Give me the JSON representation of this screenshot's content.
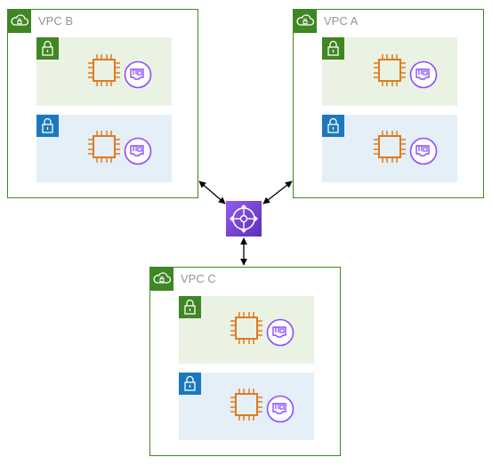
{
  "vpcs": [
    {
      "id": "vpc-b",
      "title": "VPC B"
    },
    {
      "id": "vpc-a",
      "title": "VPC A"
    },
    {
      "id": "vpc-c",
      "title": "VPC C"
    }
  ],
  "subnet_kinds": [
    "public",
    "private"
  ],
  "icons": {
    "vpc": "vpc-cloud-lock-icon",
    "public_subnet": "public-subnet-lock-icon",
    "private_subnet": "private-subnet-lock-icon",
    "instance": "ec2-instance-chip-icon",
    "eni": "elastic-network-interface-icon",
    "hub": "transit-gateway-icon"
  },
  "colors": {
    "vpc_border": "#3f8624",
    "public_subnet_bg": "#eaf2e4",
    "private_subnet_bg": "#e5eff7",
    "private_badge": "#1b78bf",
    "compute": "#e07a1f",
    "network": "#8c4fff",
    "label": "#8c969e"
  }
}
